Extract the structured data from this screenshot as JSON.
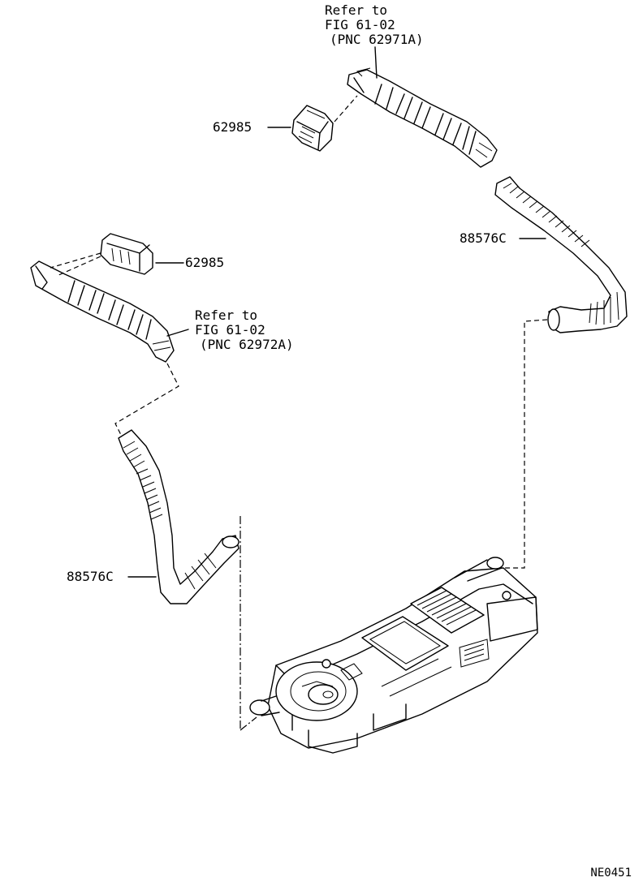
{
  "labels": {
    "connector_upper": "62985",
    "connector_left": "62985",
    "hose_right": "88576C",
    "hose_left": "88576C"
  },
  "references": {
    "upper": {
      "line1": "Refer to",
      "line2": "FIG 61-02",
      "line3": "(PNC 62971A)"
    },
    "lower": {
      "line1": "Refer to",
      "line2": "FIG 61-02",
      "line3": "(PNC 62972A)"
    }
  },
  "figure_code": "NE0451"
}
